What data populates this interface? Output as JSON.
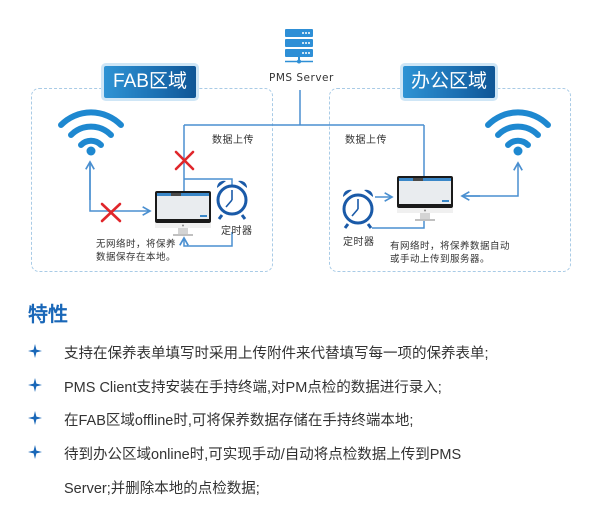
{
  "diagram": {
    "server": {
      "label": "PMS Server",
      "icon": "server-icon"
    },
    "fab_zone": {
      "title": "FAB区域",
      "upload_label": "数据上传",
      "timer_label": "定时器",
      "note_lines": [
        "无网络时，将保养",
        "数据保存在本地。"
      ],
      "wifi_blocked": true,
      "upload_blocked": true
    },
    "office_zone": {
      "title": "办公区域",
      "upload_label": "数据上传",
      "timer_label": "定时器",
      "note_lines": [
        "有网络时，将保养数据自动",
        "或手动上传到服务器。"
      ]
    },
    "colors": {
      "accent": "#1967b8",
      "line": "#4a8fd0",
      "cross": "#e0262b",
      "wifi": "#1e88d0",
      "zone_border": "#a9cbe6"
    }
  },
  "features": {
    "title": "特性",
    "items": [
      {
        "line1": "支持在保养表单填写时采用上传附件来代替填写每一项的保养表单;"
      },
      {
        "line1": "PMS Client支持安装在手持终端,对PM点检的数据进行录入;"
      },
      {
        "line1": "在FAB区域offline时,可将保养数据存储在手持终端本地;"
      },
      {
        "line1": "待到办公区域online时,可实现手动/自动将点检数据上传到PMS",
        "line2": "Server;并删除本地的点检数据;"
      }
    ]
  }
}
